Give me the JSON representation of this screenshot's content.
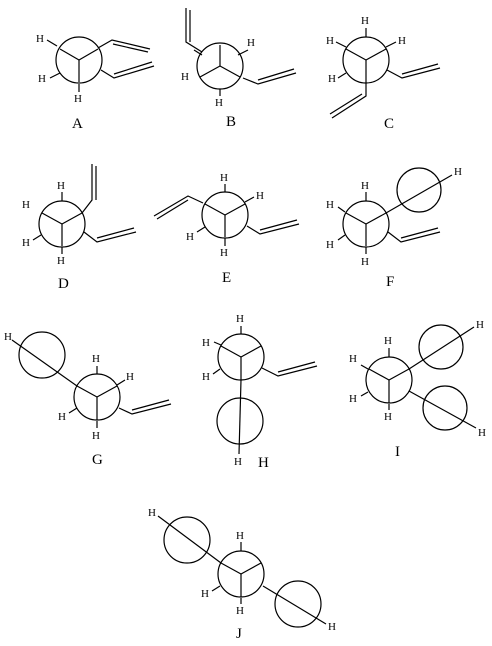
{
  "panels": [
    {
      "id": "A",
      "label": "A",
      "atom": "H"
    },
    {
      "id": "B",
      "label": "B",
      "atom": "H"
    },
    {
      "id": "C",
      "label": "C",
      "atom": "H"
    },
    {
      "id": "D",
      "label": "D",
      "atom": "H"
    },
    {
      "id": "E",
      "label": "E",
      "atom": "H"
    },
    {
      "id": "F",
      "label": "F",
      "atom": "H"
    },
    {
      "id": "G",
      "label": "G",
      "atom": "H"
    },
    {
      "id": "H",
      "label": "H",
      "atom": "H"
    },
    {
      "id": "I",
      "label": "I",
      "atom": "H"
    },
    {
      "id": "J",
      "label": "J",
      "atom": "H"
    }
  ]
}
